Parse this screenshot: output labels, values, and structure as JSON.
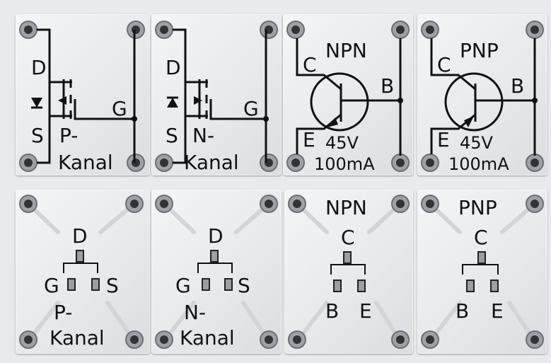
{
  "boards_top": [
    {
      "label_d": "D",
      "label_s": "S",
      "label_g": "G",
      "type": "P-",
      "kanal": "Kanal"
    },
    {
      "label_d": "D",
      "label_s": "S",
      "label_g": "G",
      "type": "N-",
      "kanal": "Kanal"
    },
    {
      "title": "NPN",
      "label_c": "C",
      "label_e": "E",
      "label_b": "B",
      "voltage": "45V",
      "current": "100mA"
    },
    {
      "title": "PNP",
      "label_c": "C",
      "label_e": "E",
      "label_b": "B",
      "voltage": "45V",
      "current": "100mA"
    }
  ],
  "boards_bottom": [
    {
      "label_d": "D",
      "label_g": "G",
      "label_s": "S",
      "type": "P-",
      "kanal": "Kanal"
    },
    {
      "label_d": "D",
      "label_g": "G",
      "label_s": "S",
      "type": "N-",
      "kanal": "Kanal"
    },
    {
      "title": "NPN",
      "label_c": "C",
      "label_b": "B",
      "label_e": "E"
    },
    {
      "title": "PNP",
      "label_c": "C",
      "label_b": "B",
      "label_e": "E"
    }
  ],
  "colors": {
    "board": "#e8e9ec",
    "ink": "#111111",
    "pad": "#9a9ea6",
    "background": "#e9eaec"
  }
}
